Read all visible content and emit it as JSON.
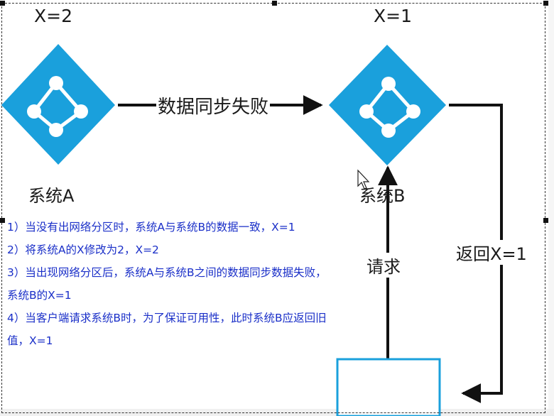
{
  "nodes": {
    "system_a": {
      "name": "系统A",
      "x_value": "X=2"
    },
    "system_b": {
      "name": "系统B",
      "x_value": "X=1"
    }
  },
  "edges": {
    "sync": {
      "label": "数据同步失败"
    },
    "request": {
      "label": "请求"
    },
    "return": {
      "label": "返回X=1"
    }
  },
  "notes": [
    "1）当没有出网络分区时，系统A与系统B的数据一致，X=1",
    "2）将系统A的X修改为2，X=2",
    "3）当出现网络分区后，系统A与系统B之间的数据同步数据失败，系统B的X=1",
    "4）当客户端请求系统B时，为了保证可用性，此时系统B应返回旧值，X=1"
  ],
  "colors": {
    "node_fill": "#1aa0dc",
    "client_border": "#1aa0dc",
    "arrow": "#111111",
    "notes_text": "#1a2fc8"
  },
  "icons": {
    "node_icon": "network-graph-icon",
    "cursor": "mouse-pointer-icon"
  }
}
